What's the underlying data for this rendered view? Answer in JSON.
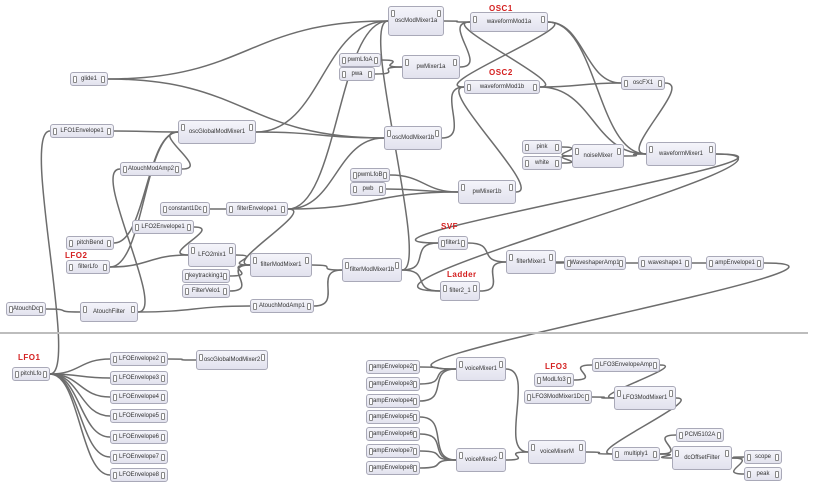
{
  "labels": {
    "osc1": "OSC1",
    "osc2": "OSC2",
    "lfo2": "LFO2",
    "svf": "SVF",
    "ladder": "Ladder",
    "lfo1": "LFO1",
    "lfo3": "LFO3"
  },
  "nodes": {
    "glide1": "glide1",
    "oscModMixer1a": "oscModMixer1a",
    "waveformMod1a": "waveformMod1a",
    "pwmLfoA": "pwmLfoA",
    "pwa": "pwa",
    "pwMixer1a": "pwMixer1a",
    "waveformMod1b": "waveformMod1b",
    "oscFX1": "oscFX1",
    "lfo1Envelope1": "LFO1Envelope1",
    "oscGlobalModMixer1": "oscGlobalModMixer1",
    "oscModMixer1b": "oscModMixer1b",
    "pink": "pink",
    "white": "white",
    "noiseMixer": "noiseMixer",
    "waveformMixer1": "waveformMixer1",
    "atouchModAmp2": "AtouchModAmp2",
    "pwmLfoB": "pwmLfoB",
    "pwb": "pwb",
    "pwMixer1b": "pwMixer1b",
    "constant1Dc": "constant1Dc",
    "filterEnvelope1": "filterEnvelope1",
    "lfo2Envelope1": "LFO2Envelope1",
    "pitchBend": "pitchBend",
    "filterLfo": "filterLfo",
    "lfo2mix1": "LFO2mix1",
    "filterModMixer1": "filterModMixer1",
    "filter1": "filter1",
    "filterMixer1": "filterMixer1",
    "waveshaperAmp1": "WaveshaperAmp1",
    "waveshape1": "waveshape1",
    "ampEnvelope1": "ampEnvelope1",
    "keytracking1": "keytracking1",
    "filterModMixer1b": "filterModMixer1b",
    "filterVelo1": "FilterVelo1",
    "filter2_1": "filter2_1",
    "atouchDc": "AtouchDc",
    "atouchFilter": "AtouchFilter",
    "atouchModAmp1": "AtouchModAmp1",
    "pitchLfo": "pitchLfo",
    "lfoEnvelope2": "LFOEnvelope2",
    "oscGlobalModMixer2": "oscGlobalModMixer2",
    "lfoEnvelope3": "LFOEnvelope3",
    "lfoEnvelope4": "LFOEnvelope4",
    "lfoEnvelope5": "LFOEnvelope5",
    "lfoEnvelope6": "LFOEnvelope6",
    "lfoEnvelope7": "LFOEnvelope7",
    "lfoEnvelope8": "LFOEnvelope8",
    "ampEnvelope2": "ampEnvelope2",
    "ampEnvelope3": "ampEnvelope3",
    "ampEnvelope4": "ampEnvelope4",
    "voiceMixer1": "voiceMixer1",
    "lfo3EnvelopeAmp": "LFO3EnvelopeAmp",
    "modLfo3": "ModLfo3",
    "lfo3ModMixer1Dc": "LFO3ModMixer1Dc",
    "lfo3ModMixer1": "LFO3ModMixer1",
    "ampEnvelope5": "ampEnvelope5",
    "ampEnvelope6": "ampEnvelope6",
    "ampEnvelope7": "ampEnvelope7",
    "ampEnvelope8": "ampEnvelope8",
    "voiceMixer2": "voiceMixer2",
    "voiceMixerM": "voiceMixerM",
    "pcm5102a": "PCM5102A",
    "multiply1": "multiply1",
    "dcOffsetFilter": "dcOffsetFilter",
    "scope": "scope",
    "peak": "peak"
  }
}
